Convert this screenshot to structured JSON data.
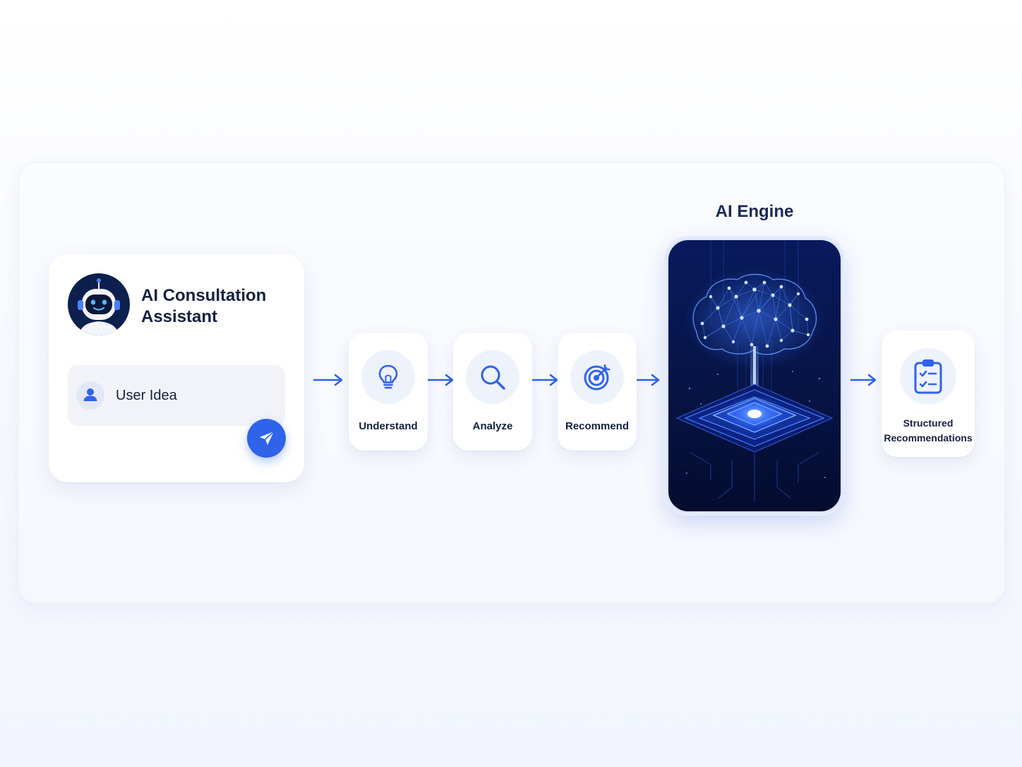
{
  "assistant": {
    "title": "AI Consultation Assistant",
    "input_label": "User Idea",
    "avatar_icon": "robot-icon",
    "user_icon": "user-icon",
    "send_icon": "send-icon"
  },
  "steps": [
    {
      "label": "Understand",
      "icon": "lightbulb-icon"
    },
    {
      "label": "Analyze",
      "icon": "magnifier-icon"
    },
    {
      "label": "Recommend",
      "icon": "target-icon"
    }
  ],
  "engine": {
    "title": "AI Engine",
    "image": "neural-brain-chip-illustration"
  },
  "result": {
    "label": "Structured Recommendations",
    "icon": "clipboard-checklist-icon"
  },
  "colors": {
    "accent": "#2f63ea",
    "text": "#15213f",
    "icon_bg": "#eef2fb",
    "engine_dark": "#06123f"
  }
}
